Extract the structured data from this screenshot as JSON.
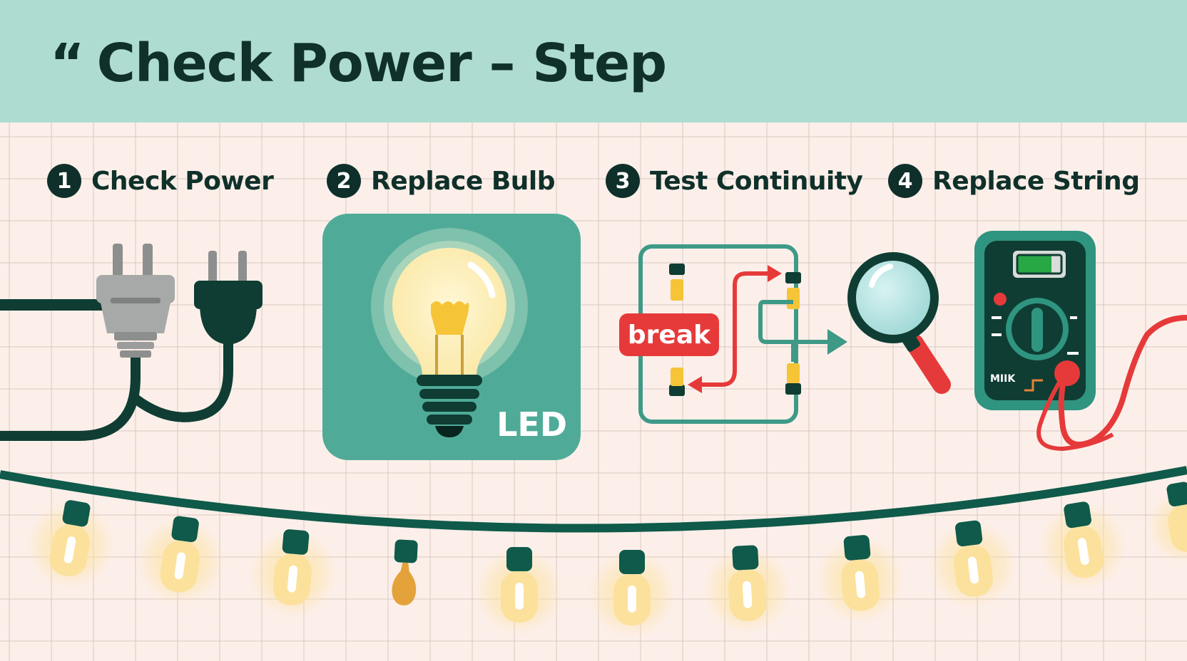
{
  "header": {
    "title": "Check Power – Step",
    "quote_glyph": "“"
  },
  "steps": [
    {
      "number": "1",
      "label": "Check Power"
    },
    {
      "number": "2",
      "label": "Replace Bulb"
    },
    {
      "number": "3",
      "label": "Test Continuity"
    },
    {
      "number": "4",
      "label": "Replace String"
    }
  ],
  "illustrations": {
    "bulb_panel_label": "LED",
    "circuit_break_label": "break",
    "multimeter_label": "MIIK"
  },
  "colors": {
    "header_bg": "#aedcd1",
    "page_bg": "#fcefe9",
    "dark_green": "#0f3d33",
    "teal_panel": "#4fab98",
    "accent_red": "#e63a3a",
    "bulb_yellow": "#f5c437"
  }
}
